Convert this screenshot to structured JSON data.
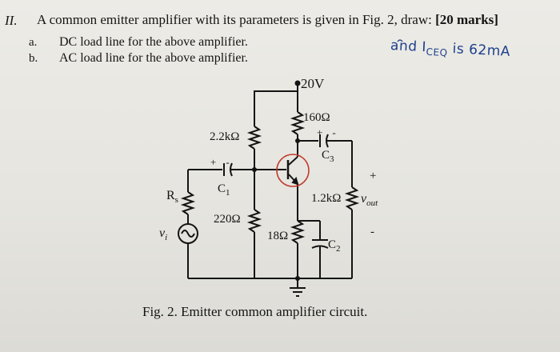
{
  "question": {
    "number": "II.",
    "text": "A common emitter amplifier with its parameters is given in Fig. 2, draw:",
    "marks": "[20 marks]"
  },
  "subquestions": [
    {
      "letter": "a.",
      "text": "DC load line for the above amplifier."
    },
    {
      "letter": "b.",
      "text": "AC load line for the above amplifier."
    }
  ],
  "handwritten_note": "and I",
  "handwritten_note_sub": "CEQ",
  "handwritten_note_tail": " is 62mA",
  "circuit": {
    "vcc": "20V",
    "r_c": "160Ω",
    "r_1": "2.2kΩ",
    "c_3": "C",
    "c_3_sub": "3",
    "c_1": "C",
    "c_1_sub": "1",
    "r_s": "R",
    "r_s_sub": "s",
    "r_2": "220Ω",
    "r_e": "18Ω",
    "r_l": "1.2kΩ",
    "c_2": "C",
    "c_2_sub": "2",
    "vi": "v",
    "vi_sub": "i",
    "vout": "v",
    "vout_sub": "out",
    "plus": "+",
    "minus": "-",
    "cap_plus": "+",
    "cap_minus": "-"
  },
  "caption": "Fig. 2. Emitter common amplifier circuit.",
  "colors": {
    "ink": "#141414",
    "handwriting": "#1d3f8c",
    "transistor_circle": "#c0392b"
  }
}
